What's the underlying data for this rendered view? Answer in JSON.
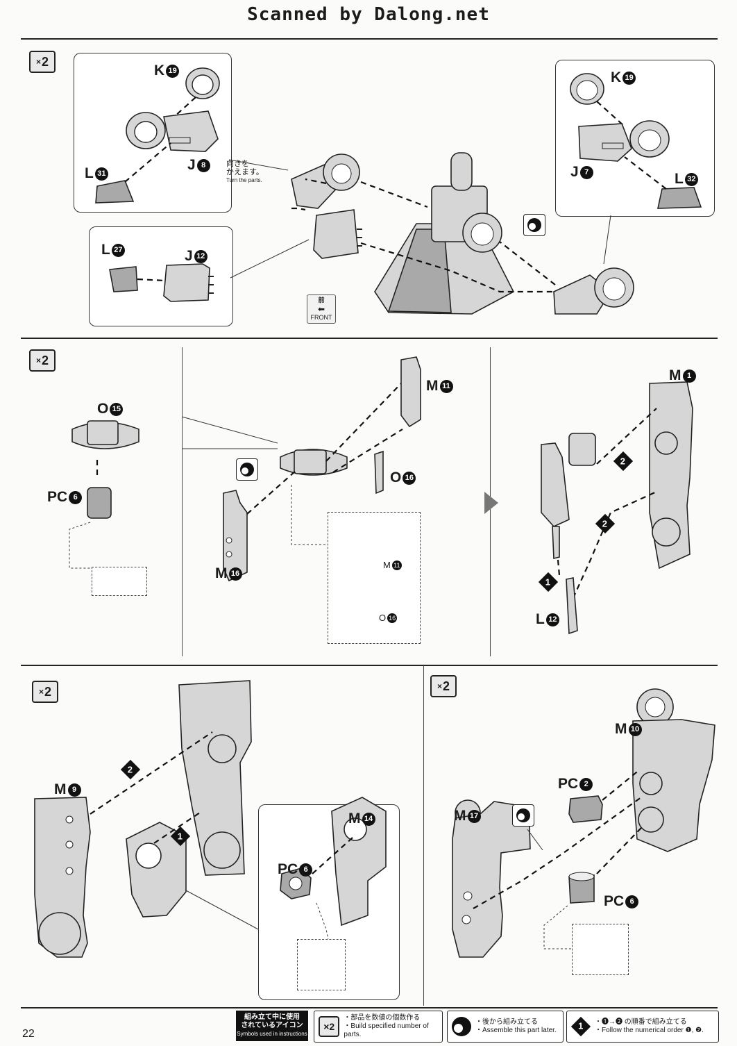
{
  "header": {
    "scan_credit": "Scanned by Dalong.net"
  },
  "panel1": {
    "multiplier": "2",
    "multiplier_prefix": "×",
    "turn_note_jp": "向きを\nかえます。",
    "turn_note_en": "Turn the parts.",
    "front_jp": "前",
    "front_en": "FRONT",
    "labels": {
      "k19a": {
        "letter": "K",
        "num": "19"
      },
      "j8": {
        "letter": "J",
        "num": "8"
      },
      "l31": {
        "letter": "L",
        "num": "31"
      },
      "l27": {
        "letter": "L",
        "num": "27"
      },
      "j12": {
        "letter": "J",
        "num": "12"
      },
      "k19b": {
        "letter": "K",
        "num": "19"
      },
      "j7": {
        "letter": "J",
        "num": "7"
      },
      "l32": {
        "letter": "L",
        "num": "32"
      }
    }
  },
  "panel2": {
    "multiplier": "2",
    "multiplier_prefix": "×",
    "labels": {
      "o15": {
        "letter": "O",
        "num": "15"
      },
      "pc6": {
        "letter": "PC",
        "num": "6"
      },
      "m11": {
        "letter": "M",
        "num": "11"
      },
      "o16": {
        "letter": "O",
        "num": "16"
      },
      "m16": {
        "letter": "M",
        "num": "16"
      },
      "m11s": {
        "letter": "M",
        "num": "11"
      },
      "o16s": {
        "letter": "O",
        "num": "16"
      },
      "m1": {
        "letter": "M",
        "num": "1"
      },
      "l12": {
        "letter": "L",
        "num": "12"
      }
    },
    "steps": [
      "2",
      "2",
      "1"
    ]
  },
  "panel3": {
    "multiplier": "2",
    "multiplier_prefix": "×",
    "labels": {
      "m9": {
        "letter": "M",
        "num": "9"
      },
      "m14": {
        "letter": "M",
        "num": "14"
      },
      "pc6": {
        "letter": "PC",
        "num": "6"
      }
    },
    "steps": [
      "2",
      "1"
    ]
  },
  "panel4": {
    "multiplier": "2",
    "multiplier_prefix": "×",
    "labels": {
      "m10": {
        "letter": "M",
        "num": "10"
      },
      "pc2": {
        "letter": "PC",
        "num": "2"
      },
      "m17": {
        "letter": "M",
        "num": "17"
      },
      "pc6": {
        "letter": "PC",
        "num": "6"
      }
    }
  },
  "footer": {
    "page_number": "22",
    "symbols_title_jp": "組み立て中に使用\nされているアイコン",
    "symbols_title_en": "Symbols used in instructions",
    "legend": [
      {
        "icon": "x2",
        "jp": "・部品を数値の個数作る",
        "en": "・Build specified number of parts."
      },
      {
        "icon": "later",
        "jp": "・後から組み立てる",
        "en": "・Assemble this part later."
      },
      {
        "icon": "order",
        "jp": "・❶→❷ の順番で組み立てる",
        "en": "・Follow the numerical order ❶, ❷."
      }
    ],
    "legend_icon_text": {
      "x2": "×2",
      "order": "1"
    }
  }
}
